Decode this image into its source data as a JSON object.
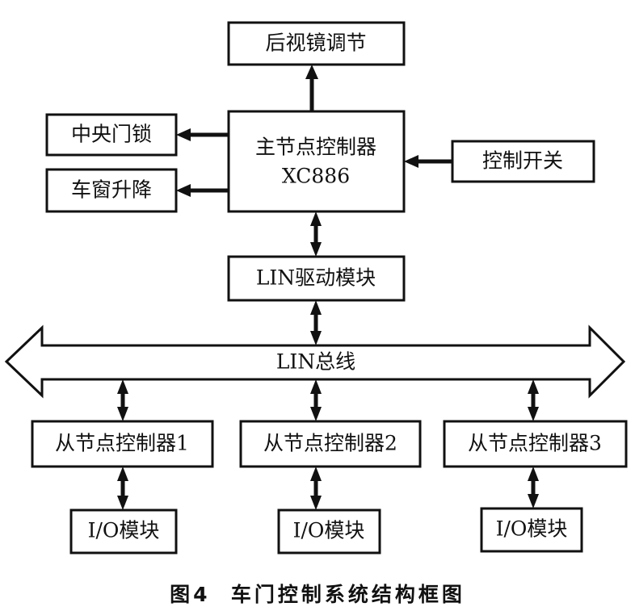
{
  "nodes": {
    "mirror": "后视镜调节",
    "master_line1": "主节点控制器",
    "master_line2": "XC886",
    "door_lock": "中央门锁",
    "window": "车窗升降",
    "switch": "控制开关",
    "lin_driver": "LIN驱动模块",
    "bus": "LIN总线",
    "slave1": "从节点控制器1",
    "slave2": "从节点控制器2",
    "slave3": "从节点控制器3",
    "io1": "I/O模块",
    "io2": "I/O模块",
    "io3": "I/O模块"
  },
  "caption": "图4  车门控制系统结构框图"
}
